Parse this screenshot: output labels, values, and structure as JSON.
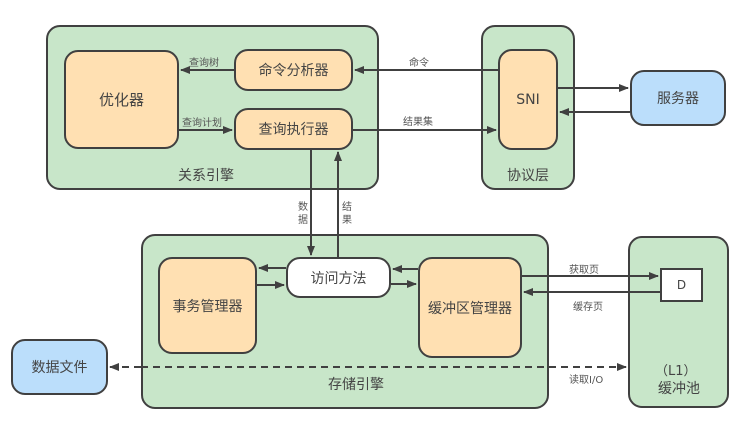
{
  "relational_engine": {
    "label": "关系引擎",
    "optimizer": "优化器",
    "command_parser": "命令分析器",
    "query_executor": "查询执行器",
    "edge_query_tree": "查询树",
    "edge_query_plan": "查询计划"
  },
  "protocol_layer": {
    "label": "协议层",
    "sni": "SNI"
  },
  "server": "服务器",
  "edges": {
    "command": "命令",
    "result_set": "结果集",
    "data_down": "数据",
    "result_up": "结果",
    "fetch_page": "获取页",
    "cache_page": "缓存页",
    "read_io": "读取I/O"
  },
  "storage_engine": {
    "label": "存储引擎",
    "transaction_manager": "事务管理器",
    "access_methods": "访问方法",
    "buffer_manager": "缓冲区管理器"
  },
  "buffer_pool": {
    "level": "（L1）",
    "label": "缓冲池",
    "page": "D"
  },
  "data_file": "数据文件",
  "colors": {
    "group_fill": "#c8e6c9",
    "component_fill": "#ffe0b2",
    "external_fill": "#bbdefb",
    "stroke": "#404040"
  }
}
